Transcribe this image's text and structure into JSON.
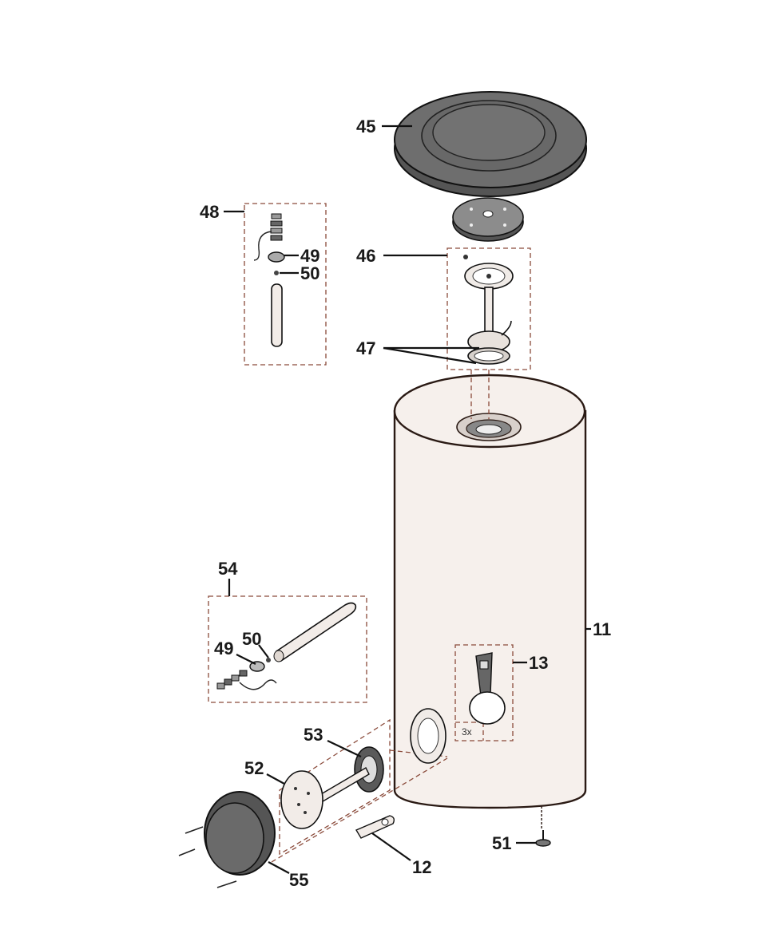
{
  "diagram": {
    "callouts": {
      "c45": "45",
      "c46": "46",
      "c47": "47",
      "c48": "48",
      "c49a": "49",
      "c50a": "50",
      "c54": "54",
      "c49b": "49",
      "c50b": "50",
      "c11": "11",
      "c13": "13",
      "c53": "53",
      "c52": "52",
      "c55": "55",
      "c12": "12",
      "c51": "51"
    },
    "quantity_note": "3x"
  },
  "colors": {
    "outline": "#2a1a14",
    "fill_light": "#f4eeea",
    "fill_dark": "#6a6a6a",
    "dashed_box": "#8a4a3a"
  }
}
